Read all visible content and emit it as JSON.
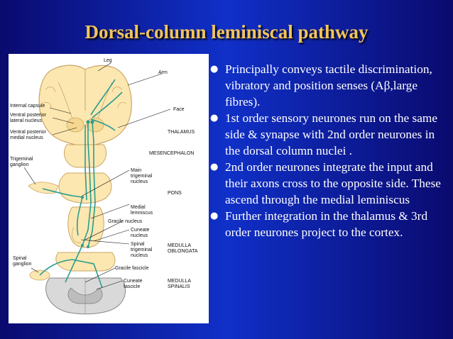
{
  "slide": {
    "title": "Dorsal-column leminiscal pathway",
    "bullet_glyph": "●",
    "bullets": [
      "Principally conveys tactile discrimination, vibratory and position senses (Aβ,large fibres).",
      "1st order sensory neurones run on the same side & synapse with 2nd order neurones in the dorsal column nuclei .",
      "2nd order neurones integrate the input and their axons cross to the opposite side. These ascend through the medial leminiscus",
      "Further integration in the thalamus & 3rd order neurones project to the cortex."
    ]
  },
  "diagram": {
    "labels": {
      "leg": "Leg",
      "arm": "Arm",
      "internal_capsule": "Internal capsule",
      "vpl_1": "Ventral posterior",
      "vpl_2": "lateral nucleus",
      "vpm_1": "Ventral posterior",
      "vpm_2": "medial nucleus",
      "face": "Face",
      "thalamus": "THALAMUS",
      "mesencephalon": "MESENCEPHALON",
      "trigeminal_ganglion_1": "Trigeminal",
      "trigeminal_ganglion_2": "ganglion",
      "main_trigeminal_1": "Main",
      "main_trigeminal_2": "trigeminal",
      "main_trigeminal_3": "nucleus",
      "pons": "PONS",
      "medial_lemniscus_1": "Medial",
      "medial_lemniscus_2": "lemniscus",
      "gracile_nucleus": "Gracile nucleus",
      "cuneate_nucleus_1": "Cuneate",
      "cuneate_nucleus_2": "nucleus",
      "spinal_trigeminal_1": "Spinal",
      "spinal_trigeminal_2": "trigeminal",
      "spinal_trigeminal_3": "nucleus",
      "medulla_oblongata_1": "MEDULLA",
      "medulla_oblongata_2": "OBLONGATA",
      "spinal_ganglion_1": "Spinal",
      "spinal_ganglion_2": "ganglion",
      "gracile_fascicle": "Gracile fascicle",
      "cuneate_fascicle_1": "Cuneate",
      "cuneate_fascicle_2": "fascicle",
      "medulla_spinalis_1": "MEDULLA",
      "medulla_spinalis_2": "SPINALIS"
    },
    "colors": {
      "tissue": "#fde7b0",
      "tissue_outline": "#c9a565",
      "tract": "#2a9d8f",
      "spinal_cord": "#d9d9d9"
    }
  }
}
